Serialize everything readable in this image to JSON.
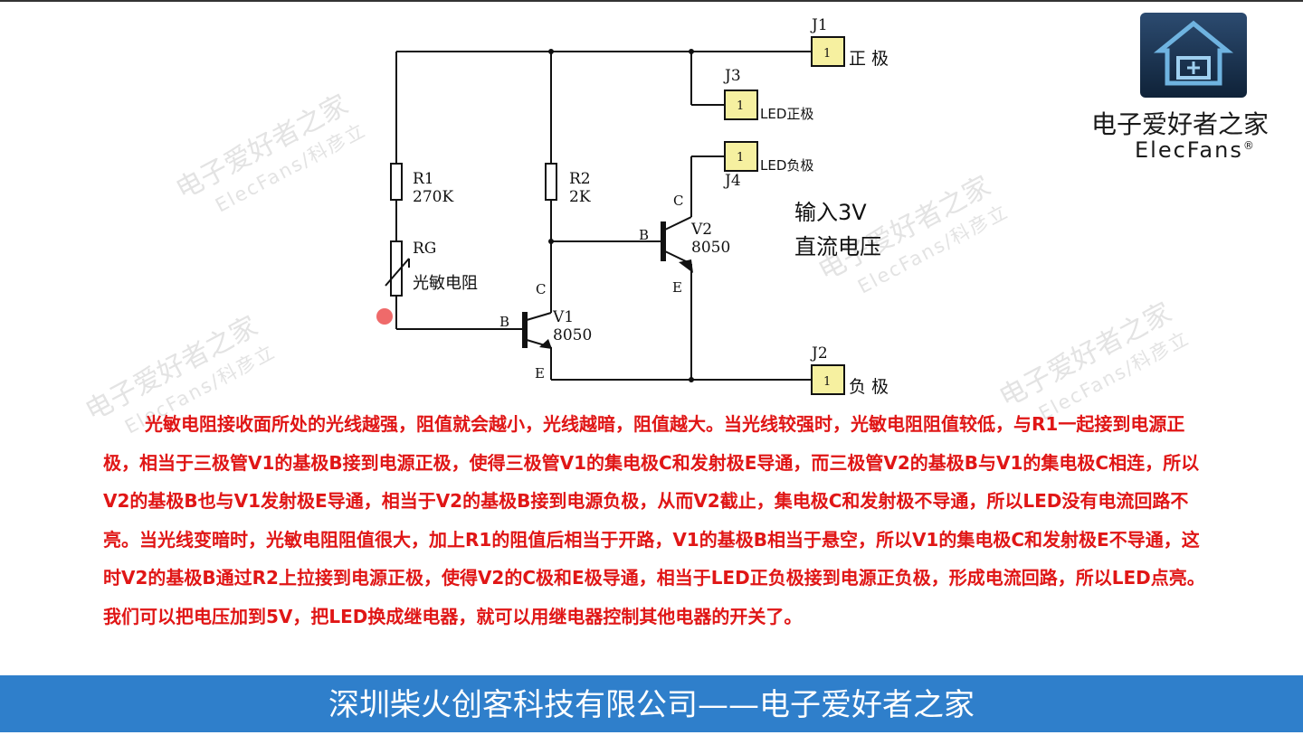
{
  "watermark": {
    "cn": "电子爱好者之家",
    "en": "ElecFans/科彦立"
  },
  "logo": {
    "cn": "电子爱好者之家",
    "en": "ElecFans",
    "mark": "®",
    "icon": "house-chip-logo-icon"
  },
  "connectors": {
    "j1": {
      "ref": "J1",
      "pin": "1",
      "label": "正 极"
    },
    "j3": {
      "ref": "J3",
      "pin": "1",
      "label": "LED正极"
    },
    "j4": {
      "ref": "J4",
      "pin": "1",
      "label": "LED负极"
    },
    "j2": {
      "ref": "J2",
      "pin": "1",
      "label": "负 极"
    }
  },
  "components": {
    "r1": {
      "ref": "R1",
      "value": "270K"
    },
    "r2": {
      "ref": "R2",
      "value": "2K"
    },
    "rg": {
      "ref": "RG",
      "label": "光敏电阻"
    },
    "v1": {
      "ref": "V1",
      "value": "8050",
      "base": "B",
      "collector": "C",
      "emitter": "E"
    },
    "v2": {
      "ref": "V2",
      "value": "8050",
      "base": "B",
      "collector": "C",
      "emitter": "E"
    }
  },
  "note": {
    "line1": "输入3V",
    "line2": "直流电压"
  },
  "colors": {
    "wire": "#111111",
    "connector_fill": "#f6f0a0",
    "text_red": "#e01616",
    "footer_bg": "#2f7fcb",
    "cursor_dot": "#ef6a6a"
  },
  "description": "光敏电阻接收面所处的光线越强，阻值就会越小，光线越暗，阻值越大。当光线较强时，光敏电阻阻值较低，与R1一起接到电源正极，相当于三极管V1的基极B接到电源正极，使得三极管V1的集电极C和发射极E导通，而三极管V2的基极B与V1的集电极C相连，所以V2的基极B也与V1发射极E导通，相当于V2的基极B接到电源负极，从而V2截止，集电极C和发射极不导通，所以LED没有电流回路不亮。当光线变暗时，光敏电阻阻值很大，加上R1的阻值后相当于开路，V1的基极B相当于悬空，所以V1的集电极C和发射极E不导通，这时V2的基极B通过R2上拉接到电源正极，使得V2的C极和E极导通，相当于LED正负极接到电源正负极，形成电流回路，所以LED点亮。我们可以把电压加到5V，把LED换成继电器，就可以用继电器控制其他电器的开关了。",
  "footer": "深圳柴火创客科技有限公司——电子爱好者之家"
}
